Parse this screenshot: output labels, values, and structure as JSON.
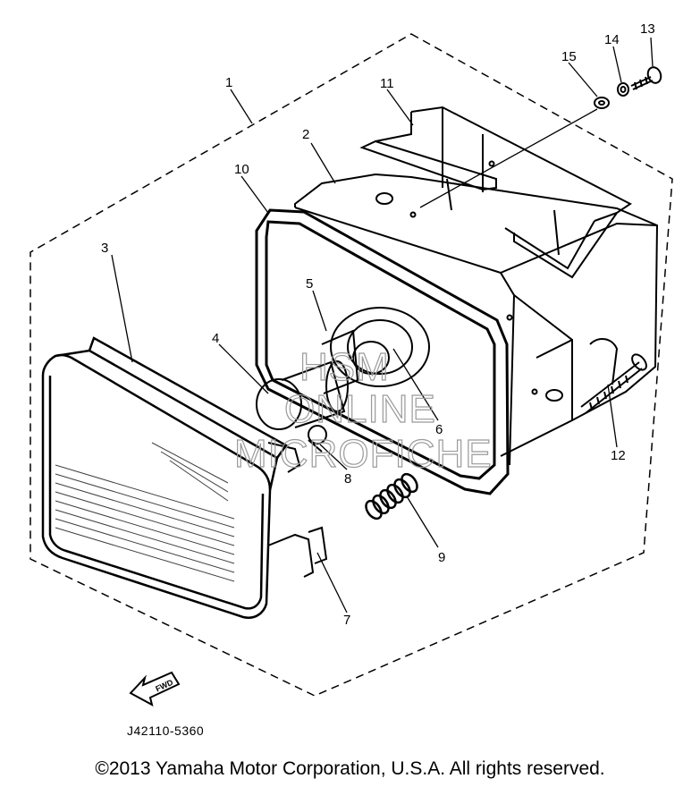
{
  "callouts": {
    "c1": "1",
    "c2": "2",
    "c3": "3",
    "c4": "4",
    "c5": "5",
    "c6": "6",
    "c7": "7",
    "c8": "8",
    "c9": "9",
    "c10": "10",
    "c11": "11",
    "c12": "12",
    "c13": "13",
    "c14": "14",
    "c15": "15"
  },
  "find_arrow": {
    "label": "FWD"
  },
  "watermark": {
    "line1": "HSM",
    "line2": "ONLINE",
    "line3": "MICROFICHE"
  },
  "part_number": "J42110-5360",
  "copyright": "©2013 Yamaha Motor Corporation, U.S.A. All rights reserved."
}
